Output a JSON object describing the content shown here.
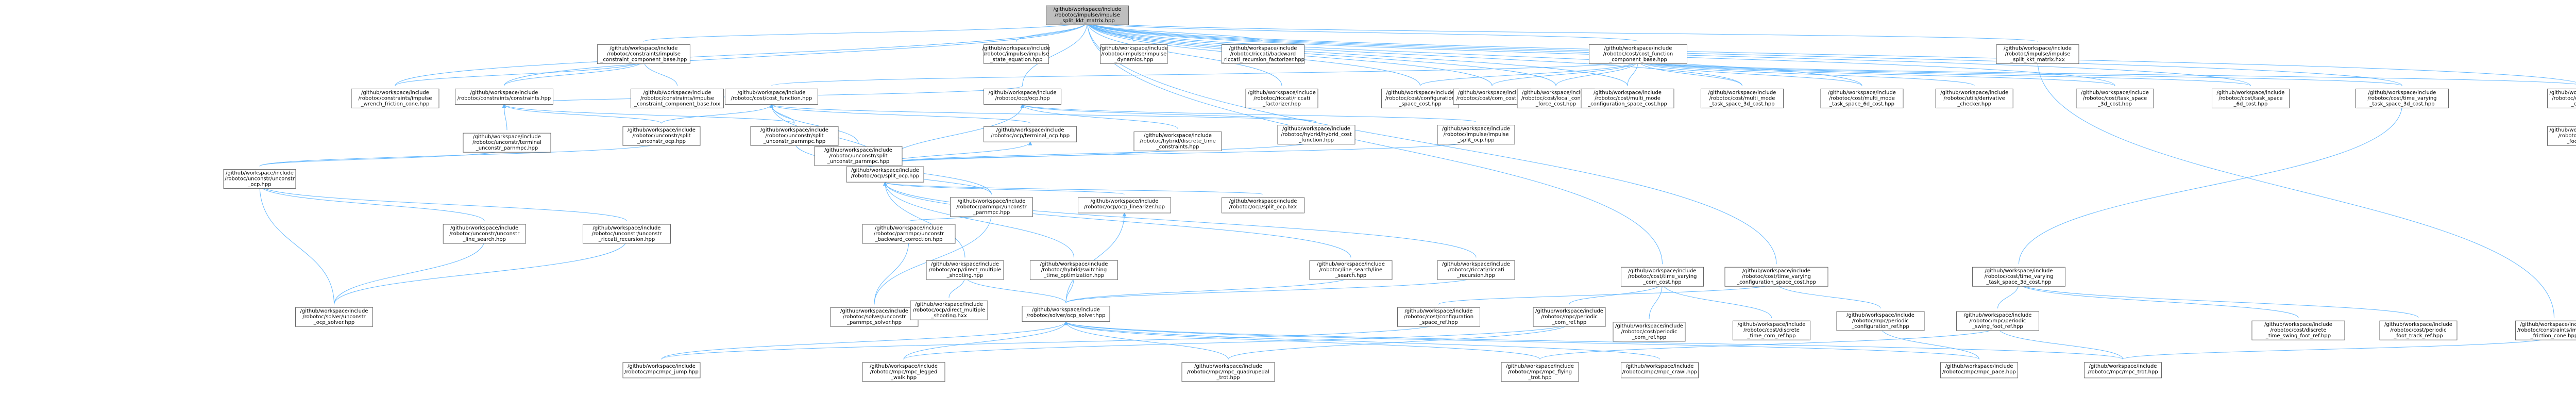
{
  "colors": {
    "node_fill": "#ffffff",
    "node_stroke": "#666666",
    "root_fill": "#bfbfbf",
    "edge": "#63B8FF",
    "text": "#000000"
  },
  "graph": {
    "nodes": [
      {
        "id": "root",
        "lines": [
          "/github/workspace/include",
          "/robotoc/impulse/impulse",
          "_split_kkt_matrix.hpp"
        ],
        "root": true
      },
      {
        "id": "n_uncon_dyn",
        "lines": [
          "/github/workspace/include",
          "/robotoc/impulse/impulse",
          "_state_equation.hpp"
        ]
      },
      {
        "id": "n_imp_dyn",
        "lines": [
          "/github/workspace/include",
          "/robotoc/impulse/impulse",
          "_dynamics.hpp"
        ]
      },
      {
        "id": "n_riccati_bw",
        "lines": [
          "/github/workspace/include",
          "/robotoc/riccati/backward",
          "_riccati_recursion_factorizer.hpp"
        ]
      },
      {
        "id": "n_imp_cons_base",
        "lines": [
          "/github/workspace/include",
          "/robotoc/constraints/impulse",
          "_constraint_component_base.hpp"
        ]
      },
      {
        "id": "n_cost_base",
        "lines": [
          "/github/workspace/include",
          "/robotoc/cost/cost_function",
          "_component_base.hpp"
        ]
      },
      {
        "id": "n_imp_split_kkt",
        "lines": [
          "/github/workspace/include",
          "/robotoc/impulse/impulse",
          "_split_kkt_matrix.hxx"
        ]
      },
      {
        "id": "n_imp_wrench",
        "lines": [
          "/github/workspace/include",
          "/robotoc/constraints/impulse",
          "_wrench_friction_cone.hpp"
        ]
      },
      {
        "id": "n_constraints",
        "lines": [
          "/github/workspace/include",
          "/robotoc/constraints/constraints.hpp"
        ]
      },
      {
        "id": "n_imp_cons_base_hxx",
        "lines": [
          "/github/workspace/include",
          "/robotoc/constraints/impulse",
          "_constraint_component_base.hxx"
        ]
      },
      {
        "id": "n_cost_function",
        "lines": [
          "/github/workspace/include",
          "/robotoc/cost/cost_function.hpp"
        ]
      },
      {
        "id": "n_ocp",
        "lines": [
          "/github/workspace/include",
          "/robotoc/ocp/ocp.hpp"
        ]
      },
      {
        "id": "n_riccati_fact",
        "lines": [
          "/github/workspace/include",
          "/robotoc/riccati/riccati",
          "_factorizer.hpp"
        ]
      },
      {
        "id": "n_config_cost",
        "lines": [
          "/github/workspace/include",
          "/robotoc/cost/configuration",
          "_space_cost.hpp"
        ]
      },
      {
        "id": "n_com_cost",
        "lines": [
          "/github/workspace/include",
          "/robotoc/cost/com_cost.hpp"
        ]
      },
      {
        "id": "n_local_contact",
        "lines": [
          "/github/workspace/include",
          "/robotoc/cost/local_contact",
          "_force_cost.hpp"
        ]
      },
      {
        "id": "n_multi_mode_cfg",
        "lines": [
          "/github/workspace/include",
          "/robotoc/cost/multi_mode",
          "_configuration_space_cost.hpp"
        ]
      },
      {
        "id": "n_multi_mode_task3d",
        "lines": [
          "/github/workspace/include",
          "/robotoc/cost/multi_mode",
          "_task_space_3d_cost.hpp"
        ]
      },
      {
        "id": "n_multi_mode_task6d",
        "lines": [
          "/github/workspace/include",
          "/robotoc/cost/multi_mode",
          "_task_space_6d_cost.hpp"
        ]
      },
      {
        "id": "n_derivative_checker",
        "lines": [
          "/github/workspace/include",
          "/robotoc/utils/derivative",
          "_checker.hpp"
        ]
      },
      {
        "id": "n_task3d_cost",
        "lines": [
          "/github/workspace/include",
          "/robotoc/cost/task_space",
          "_3d_cost.hpp"
        ]
      },
      {
        "id": "n_task6d_cost",
        "lines": [
          "/github/workspace/include",
          "/robotoc/cost/task_space",
          "_6d_cost.hpp"
        ]
      },
      {
        "id": "n_tv_task3d",
        "lines": [
          "/github/workspace/include",
          "/robotoc/cost/time_varying",
          "_task_space_3d_cost.hpp"
        ]
      },
      {
        "id": "n_swing_foot",
        "lines": [
          "/github/workspace/include",
          "/robotoc/cost/swing_foot",
          "_cost.hpp"
        ]
      },
      {
        "id": "n_unc_split",
        "lines": [
          "/github/workspace/include",
          "/robotoc/unconstr/split",
          "_unconstr_ocp.hpp"
        ]
      },
      {
        "id": "n_unc_parnmpc",
        "lines": [
          "/github/workspace/include",
          "/robotoc/unconstr/split",
          "_unconstr_parnmpc.hpp"
        ]
      },
      {
        "id": "n_terminal_ocp",
        "lines": [
          "/github/workspace/include",
          "/robotoc/ocp/terminal_ocp.hpp"
        ]
      },
      {
        "id": "n_unc_parnmpc2",
        "lines": [
          "/github/workspace/include",
          "/robotoc/unconstr/split",
          "_unconstr_parnmpc.hpp"
        ]
      },
      {
        "id": "n_unc_terminal",
        "lines": [
          "/github/workspace/include",
          "/robotoc/unconstr/terminal",
          "_unconstr_parnmpc.hpp"
        ]
      },
      {
        "id": "n_split_ocp",
        "lines": [
          "/github/workspace/include",
          "/robotoc/ocp/split_ocp.hpp"
        ]
      },
      {
        "id": "n_hybrid_cons",
        "lines": [
          "/github/workspace/include",
          "/robotoc/hybrid/discrete_time",
          "_constraints.hpp"
        ]
      },
      {
        "id": "n_hybrid_cost",
        "lines": [
          "/github/workspace/include",
          "/robotoc/hybrid/hybrid_cost",
          "_function.hpp"
        ]
      },
      {
        "id": "n_imp_split_ocp",
        "lines": [
          "/github/workspace/include",
          "/robotoc/impulse/impulse",
          "_split_ocp.hpp"
        ]
      },
      {
        "id": "n_swing_foot_ref",
        "lines": [
          "/github/workspace/include",
          "/robotoc/cost/swing",
          "_foot_ref.hpp"
        ]
      },
      {
        "id": "n_unc_ocp",
        "lines": [
          "/github/workspace/include",
          "/robotoc/unconstr/unconstr",
          "_ocp.hpp"
        ]
      },
      {
        "id": "n_parnmpc",
        "lines": [
          "/github/workspace/include",
          "/robotoc/parnmpc/unconstr",
          "_parnmpc.hpp"
        ]
      },
      {
        "id": "n_ocp_linearizer",
        "lines": [
          "/github/workspace/include",
          "/robotoc/ocp/ocp_linearizer.hpp"
        ]
      },
      {
        "id": "n_split_ocp_hxx",
        "lines": [
          "/github/workspace/include",
          "/robotoc/ocp/split_ocp.hxx"
        ]
      },
      {
        "id": "n_unc_line_search",
        "lines": [
          "/github/workspace/include",
          "/robotoc/unconstr/unconstr",
          "_line_search.hpp"
        ]
      },
      {
        "id": "n_unc_riccati",
        "lines": [
          "/github/workspace/include",
          "/robotoc/unconstr/unconstr",
          "_riccati_recursion.hpp"
        ]
      },
      {
        "id": "n_parnmpc_bw",
        "lines": [
          "/github/workspace/include",
          "/robotoc/parnmpc/unconstr",
          "_backward_correction.hpp"
        ]
      },
      {
        "id": "n_direct_ms",
        "lines": [
          "/github/workspace/include",
          "/robotoc/ocp/direct_multiple",
          "_shooting.hpp"
        ]
      },
      {
        "id": "n_sto_opt",
        "lines": [
          "/github/workspace/include",
          "/robotoc/hybrid/switching",
          "_time_optimization.hpp"
        ]
      },
      {
        "id": "n_line_search",
        "lines": [
          "/github/workspace/include",
          "/robotoc/line_search/line",
          "_search.hpp"
        ]
      },
      {
        "id": "n_riccati_rec",
        "lines": [
          "/github/workspace/include",
          "/robotoc/riccati/riccati",
          "_recursion.hpp"
        ]
      },
      {
        "id": "n_tv_com",
        "lines": [
          "/github/workspace/include",
          "/robotoc/cost/time_varying",
          "_com_cost.hpp"
        ]
      },
      {
        "id": "n_tv_cfg",
        "lines": [
          "/github/workspace/include",
          "/robotoc/cost/time_varying",
          "_configuration_space_cost.hpp"
        ]
      },
      {
        "id": "n_tv_task3d_b",
        "lines": [
          "/github/workspace/include",
          "/robotoc/cost/time_varying",
          "_task_space_3d_cost.hpp"
        ]
      },
      {
        "id": "n_unc_solver",
        "lines": [
          "/github/workspace/include",
          "/robotoc/solver/unconstr",
          "_ocp_solver.hpp"
        ]
      },
      {
        "id": "n_parnmpc_solver",
        "lines": [
          "/github/workspace/include",
          "/robotoc/solver/unconstr",
          "_parnmpc_solver.hpp"
        ]
      },
      {
        "id": "n_direct_ms_hxx",
        "lines": [
          "/github/workspace/include",
          "/robotoc/ocp/direct_multiple",
          "_shooting.hxx"
        ]
      },
      {
        "id": "n_ocp_solver",
        "lines": [
          "/github/workspace/include",
          "/robotoc/solver/ocp_solver.hpp"
        ]
      },
      {
        "id": "n_tv_cfg_ref",
        "lines": [
          "/github/workspace/include",
          "/robotoc/cost/configuration",
          "_space_ref.hpp"
        ]
      },
      {
        "id": "n_periodic_com",
        "lines": [
          "/github/workspace/include",
          "/robotoc/mpc/periodic",
          "_com_ref.hpp"
        ]
      },
      {
        "id": "n_periodic_com2",
        "lines": [
          "/github/workspace/include",
          "/robotoc/cost/periodic",
          "_com_ref.hpp"
        ]
      },
      {
        "id": "n_discrete_com",
        "lines": [
          "/github/workspace/include",
          "/robotoc/cost/discrete",
          "_time_com_ref.hpp"
        ]
      },
      {
        "id": "n_periodic_cfg",
        "lines": [
          "/github/workspace/include",
          "/robotoc/mpc/periodic",
          "_configuration_ref.hpp"
        ]
      },
      {
        "id": "n_periodic_swing",
        "lines": [
          "/github/workspace/include",
          "/robotoc/mpc/periodic",
          "_swing_foot_ref.hpp"
        ]
      },
      {
        "id": "n_discrete_swing",
        "lines": [
          "/github/workspace/include",
          "/robotoc/cost/discrete",
          "_time_swing_foot_ref.hpp"
        ]
      },
      {
        "id": "n_periodic_foot",
        "lines": [
          "/github/workspace/include",
          "/robotoc/cost/periodic",
          "_foot_track_ref.hpp"
        ]
      },
      {
        "id": "n_imp_friction",
        "lines": [
          "/github/workspace/include",
          "/robotoc/constraints/impulse",
          "_friction_cone.hpp"
        ]
      },
      {
        "id": "n_mpc_jump",
        "lines": [
          "/github/workspace/include",
          "/robotoc/mpc/mpc_jump.hpp"
        ]
      },
      {
        "id": "n_mpc_legged",
        "lines": [
          "/github/workspace/include",
          "/robotoc/mpc/mpc_legged",
          "_walk.hpp"
        ]
      },
      {
        "id": "n_mpc_quad",
        "lines": [
          "/github/workspace/include",
          "/robotoc/mpc/mpc_quadrupedal",
          "_trot.hpp"
        ]
      },
      {
        "id": "n_mpc_crawl",
        "lines": [
          "/github/workspace/include",
          "/robotoc/mpc/mpc_crawl.hpp"
        ]
      },
      {
        "id": "n_mpc_flying",
        "lines": [
          "/github/workspace/include",
          "/robotoc/mpc/mpc_flying",
          "_trot.hpp"
        ]
      },
      {
        "id": "n_mpc_pace",
        "lines": [
          "/github/workspace/include",
          "/robotoc/mpc/mpc_pace.hpp"
        ]
      },
      {
        "id": "n_mpc_trot",
        "lines": [
          "/github/workspace/include",
          "/robotoc/mpc/mpc_trot.hpp"
        ]
      }
    ]
  }
}
